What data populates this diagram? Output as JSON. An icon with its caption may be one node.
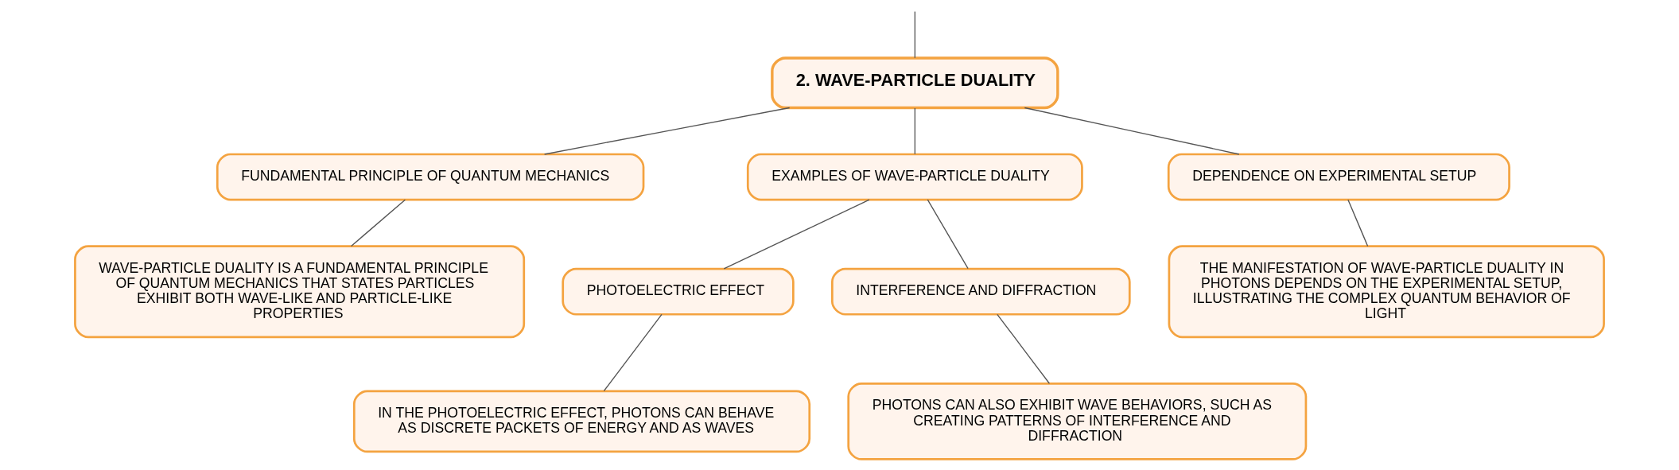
{
  "diagram": {
    "nodes": [
      {
        "text": [
          "2. WAVE-PARTICLE DUALITY"
        ]
      },
      {
        "text": [
          "FUNDAMENTAL PRINCIPLE OF QUANTUM MECHANICS"
        ]
      },
      {
        "text": [
          "EXAMPLES OF WAVE-PARTICLE DUALITY"
        ]
      },
      {
        "text": [
          "DEPENDENCE ON EXPERIMENTAL SETUP"
        ]
      },
      {
        "text": [
          "WAVE-PARTICLE DUALITY IS A FUNDAMENTAL PRINCIPLE OF QUANTUM MECHANICS THAT STATES PARTICLES EXHIBIT BOTH WAVE-LIKE AND PARTICLE-LIKE PROPERTIES"
        ]
      },
      {
        "text": [
          "PHOTOELECTRIC EFFECT"
        ]
      },
      {
        "text": [
          "INTERFERENCE AND DIFFRACTION"
        ]
      },
      {
        "text": [
          "IN THE PHOTOELECTRIC EFFECT, PHOTONS CAN BEHAVE AS DISCRETE PACKETS OF ENERGY AND AS WAVES"
        ]
      },
      {
        "text": [
          "PHOTONS CAN ALSO EXHIBIT WAVE BEHAVIORS, SUCH AS CREATING PATTERNS OF INTERFERENCE AND DIFFRACTION"
        ]
      },
      {
        "text": [
          "THE MANIFESTATION OF WAVE-PARTICLE DUALITY IN PHOTONS DEPENDS ON THE EXPERIMENTAL SETUP, ILLUSTRATING THE COMPLEX QUANTUM BEHAVIOR OF LIGHT"
        ]
      }
    ],
    "edges": [
      {
        "from": null,
        "to": 0,
        "arrow": "none"
      },
      {
        "from": 0,
        "to": 1,
        "arrow": "none"
      },
      {
        "from": 0,
        "to": 2,
        "arrow": "none"
      },
      {
        "from": 0,
        "to": 3,
        "arrow": "none"
      },
      {
        "from": 1,
        "to": 4,
        "arrow": "none"
      },
      {
        "from": 2,
        "to": 5,
        "arrow": "none"
      },
      {
        "from": 2,
        "to": 6,
        "arrow": "none"
      },
      {
        "from": 5,
        "to": 7,
        "arrow": "none"
      },
      {
        "from": 6,
        "to": 8,
        "arrow": "none"
      },
      {
        "from": 3,
        "to": 9,
        "arrow": "none"
      }
    ]
  }
}
